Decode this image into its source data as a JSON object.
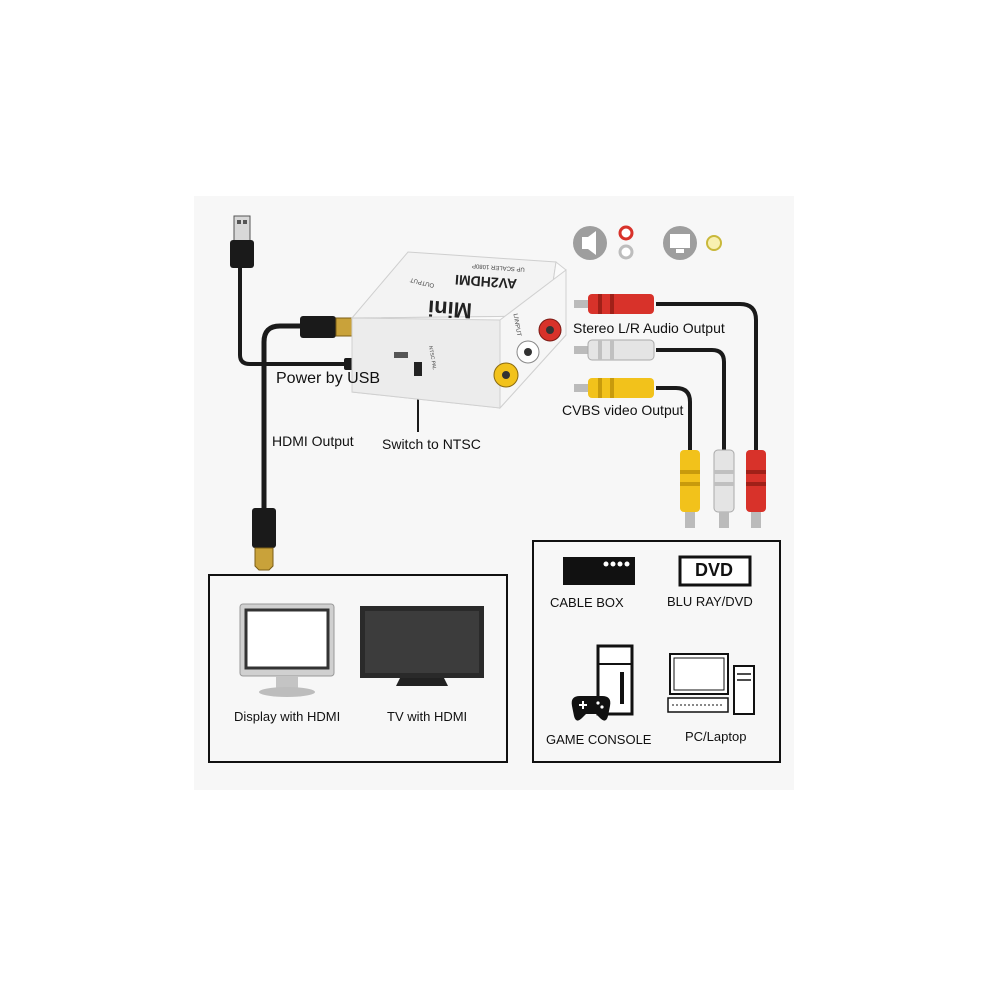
{
  "device": {
    "brand": "Mini",
    "model": "AV2HDMI",
    "spec": "UP SCALER 1080P",
    "port_output": "OUTPUT",
    "port_input": "L/INPUT",
    "switch_text": "NTSC PAL"
  },
  "callouts": {
    "power": "Power by USB",
    "hdmi_output": "HDMI Output",
    "switch": "Switch to NTSC",
    "audio": "Stereo L/R Audio Output",
    "video": "CVBS video Output"
  },
  "outputs_box": {
    "items": [
      {
        "label": "Display with HDMI",
        "icon": "monitor-icon"
      },
      {
        "label": "TV with HDMI",
        "icon": "tv-icon"
      }
    ]
  },
  "sources_box": {
    "dvd_logo": "DVD",
    "items": [
      {
        "label": "CABLE BOX",
        "icon": "cable-box-icon"
      },
      {
        "label": "BLU RAY/DVD",
        "icon": "dvd-player-icon"
      },
      {
        "label": "GAME CONSOLE",
        "icon": "game-console-icon"
      },
      {
        "label": "PC/Laptop",
        "icon": "pc-icon"
      }
    ]
  },
  "colors": {
    "rca_red": "#d8322a",
    "rca_white": "#e4e4e4",
    "rca_yellow": "#f2c21b",
    "cable": "#1a1a1a",
    "gold": "#c9a23a"
  }
}
